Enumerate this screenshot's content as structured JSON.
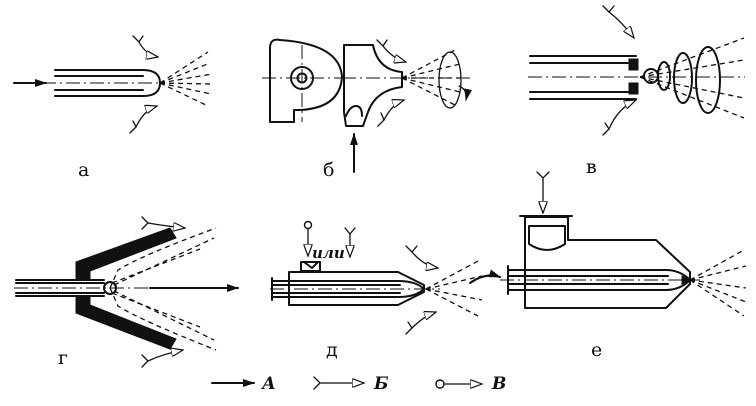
{
  "panels": [
    {
      "key": "a",
      "label": "а"
    },
    {
      "key": "b",
      "label": "б"
    },
    {
      "key": "v",
      "label": "в"
    },
    {
      "key": "g",
      "label": "г"
    },
    {
      "key": "d",
      "label": "д"
    },
    {
      "key": "e",
      "label": "е"
    }
  ],
  "panel_d_note": "или",
  "legend": [
    {
      "symbol": "solid-arrow",
      "label": "А"
    },
    {
      "symbol": "fork-arrow",
      "label": "Б"
    },
    {
      "symbol": "circle-arrow",
      "label": "В"
    }
  ]
}
